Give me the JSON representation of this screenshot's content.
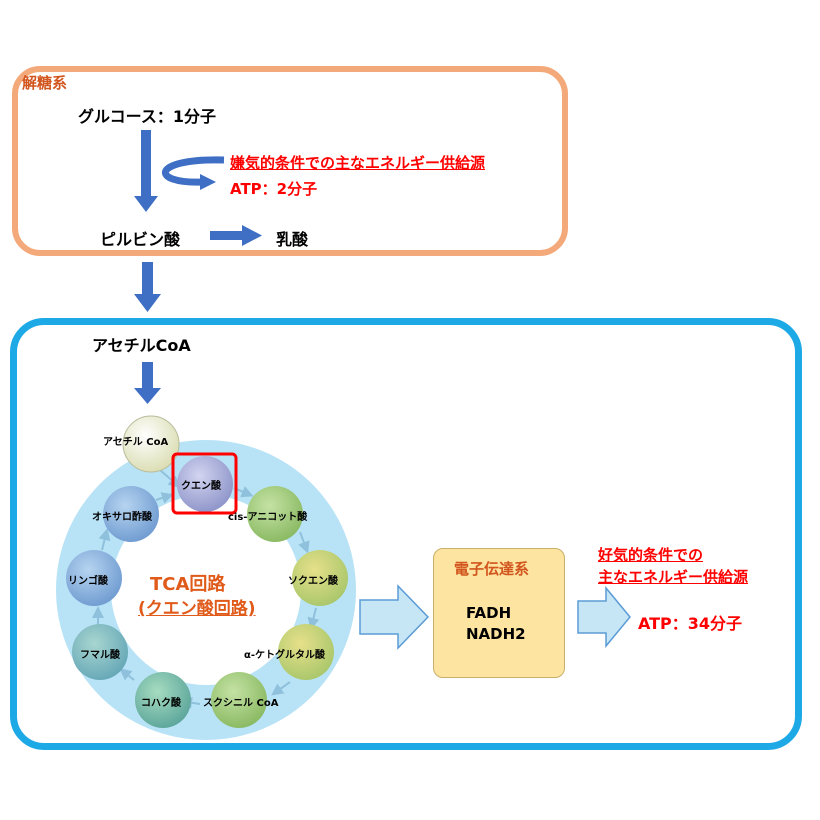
{
  "glycolysis": {
    "title": "解糖系",
    "glucose": "グルコース：1分子",
    "anaerobic_note": "嫌気的条件での主なエネルギー供給源",
    "atp_anaerobic": "ATP：2分子",
    "pyruvate": "ピルビン酸",
    "lactate": "乳酸"
  },
  "aerobic": {
    "acetyl_coa": "アセチルCoA",
    "tca": {
      "title_line1": "TCA回路",
      "title_line2": "(クエン酸回路)",
      "nodes": [
        "アセチル CoA",
        "クエン酸",
        "cis-アニコット酸",
        "ソクエン酸",
        "α-ケトグルタル酸",
        "スクシニル CoA",
        "コハク酸",
        "フマル酸",
        "リンゴ酸",
        "オキサロ酢酸"
      ]
    },
    "etc": {
      "title": "電子伝達系",
      "line1": "FADH",
      "line2": "NADH2"
    },
    "aerobic_note_line1": "好気的条件での",
    "aerobic_note_line2": "主なエネルギー供給源",
    "atp_aerobic": "ATP：34分子"
  },
  "colors": {
    "glycolysis_border": "#f4a97a",
    "aerobic_border": "#1ca9e6",
    "arrow_blue": "#3f6fc4",
    "highlight_red": "#ff0000",
    "tca_ring": "#b8e3f6",
    "etc_fill": "#fde4a0"
  }
}
